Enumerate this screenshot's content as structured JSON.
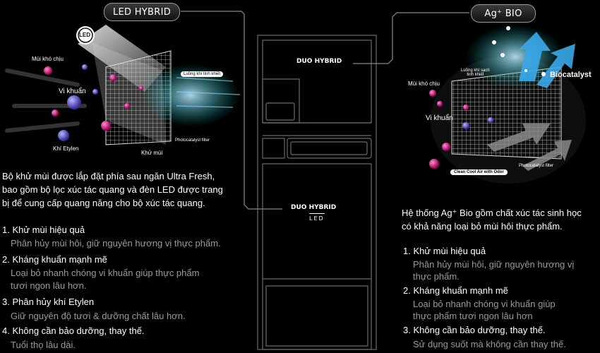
{
  "badges": {
    "left": "LED HYBRID",
    "right": "Ag⁺ BIO"
  },
  "fridge": {
    "top_label": "DUO HYBRID",
    "mid_label_1": "DUO HYBRID",
    "mid_label_2": "LED"
  },
  "left_figure": {
    "led_icon": "LED",
    "smell": "Mùi khó chịu",
    "bacteria": "Vi khuẩn",
    "ethylene": "Khí Etylen",
    "clean_air": "Luồng khí tinh khiết",
    "photocatalyst": "Photocatalyst filter",
    "odor": "Khử mùi"
  },
  "right_figure": {
    "smell": "Mùi khó chịu",
    "bacteria": "Vi khuẩn",
    "clean_air_1": "Luồng khí sạch",
    "clean_air_2": "tinh khiết",
    "biocatalyst": "Biocatalyst",
    "clean_cool": "Clean Cool Air with Odor",
    "catalyst_filter": "Photocatalyst filter"
  },
  "left_text": {
    "intro_1": "Bộ khử mùi được lắp đặt phía sau ngăn Ultra Fresh,",
    "intro_2": "bao gồm bộ lọc xúc tác quang và đèn LED được trang",
    "intro_3": "bị để cung cấp quang năng cho bộ xúc tác quang.",
    "features": [
      {
        "title": "1. Khử mùi hiệu quả",
        "desc": [
          "Phân hủy mùi hôi, giữ nguyên hương vị thực phẩm."
        ]
      },
      {
        "title": "2. Kháng khuẩn mạnh mẽ",
        "desc": [
          "Loại bỏ nhanh chóng vi khuẩn giúp thực phẩm",
          "tươi ngon lâu hơn."
        ]
      },
      {
        "title": "3. Phân hủy khí Etylen",
        "desc": [
          "Giữ nguyên độ tươi & dưỡng chất lâu hơn."
        ]
      },
      {
        "title": "4. Không cần bảo dưỡng, thay thế.",
        "desc": [
          "Tuổi thọ lâu dài."
        ]
      }
    ]
  },
  "right_text": {
    "intro_1": "Hệ thống Ag⁺ Bio gồm chất xúc tác sinh học",
    "intro_2": "có khả năng loại bỏ mùi hôi thực phẩm.",
    "features": [
      {
        "title": "1. Khử mùi hiệu quả",
        "desc": [
          "Phân hủy mùi hôi, giữ nguyên hương vị",
          "thực phẩm."
        ]
      },
      {
        "title": "2. Kháng khuẩn mạnh mẽ",
        "desc": [
          "Loại bỏ nhanh chóng vi khuẩn giúp",
          "thực phẩm tươi ngon lâu hơn"
        ]
      },
      {
        "title": "3. Không cần bảo dưỡng, thay thế.",
        "desc": [
          "Sử dụng suốt mà không cần thay thế."
        ]
      }
    ]
  }
}
